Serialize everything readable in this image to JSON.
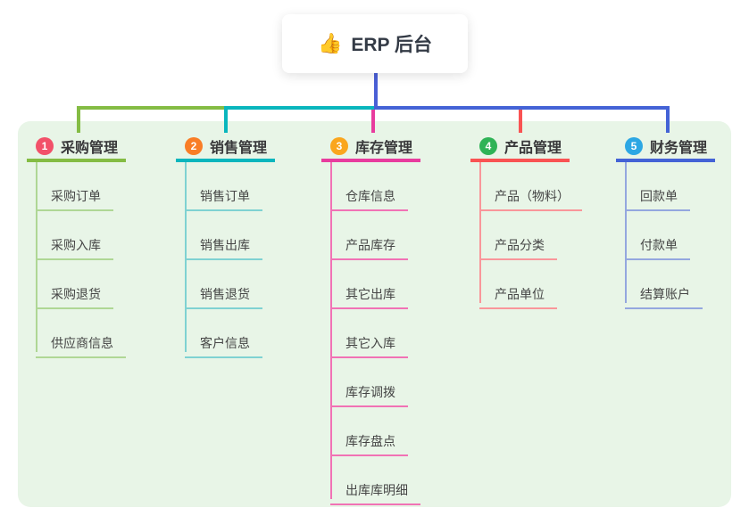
{
  "root": {
    "icon": "👍",
    "title": "ERP 后台"
  },
  "branches": [
    {
      "index": "1",
      "label": "采购管理",
      "badge_color": "#F25169",
      "line_color": "#84BC44",
      "child_line_color": "#AFD795",
      "children": [
        "采购订单",
        "采购入库",
        "采购退货",
        "供应商信息"
      ]
    },
    {
      "index": "2",
      "label": "销售管理",
      "badge_color": "#F97D26",
      "line_color": "#0AB6BD",
      "child_line_color": "#7FD2D2",
      "children": [
        "销售订单",
        "销售出库",
        "销售退货",
        "客户信息"
      ]
    },
    {
      "index": "3",
      "label": "库存管理",
      "badge_color": "#FAA61E",
      "line_color": "#E83C9E",
      "child_line_color": "#F172B5",
      "children": [
        "仓库信息",
        "产品库存",
        "其它出库",
        "其它入库",
        "库存调拨",
        "库存盘点",
        "出库库明细"
      ]
    },
    {
      "index": "4",
      "label": "产品管理",
      "badge_color": "#2FB356",
      "line_color": "#F95353",
      "child_line_color": "#F9969A",
      "children": [
        "产品（物料）",
        "产品分类",
        "产品单位"
      ]
    },
    {
      "index": "5",
      "label": "财务管理",
      "badge_color": "#2CA7E4",
      "line_color": "#4463D6",
      "child_line_color": "#94A7DF",
      "children": [
        "回款单",
        "付款单",
        "结算账户"
      ]
    }
  ],
  "colors": {
    "root_line": "#4A5FD6",
    "panel_bg": "#E8F5E7",
    "canvas_bg": "#FFFFFF"
  }
}
